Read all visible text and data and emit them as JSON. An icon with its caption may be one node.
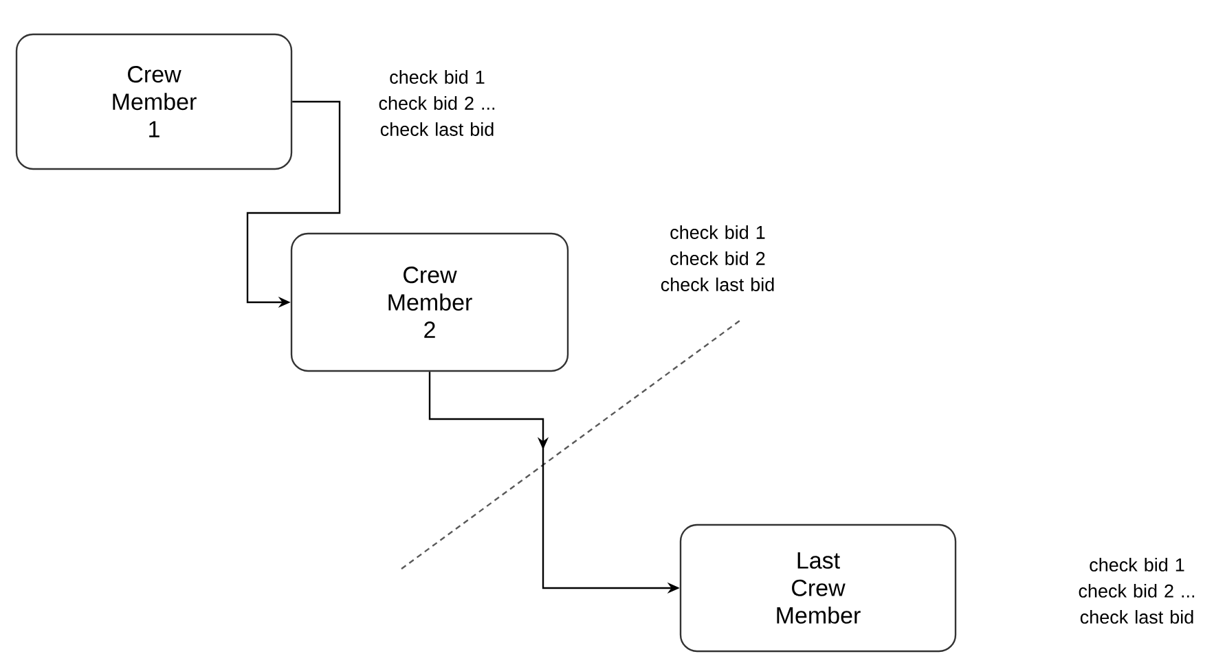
{
  "diagram": {
    "nodes": [
      {
        "text": [
          "Crew Member 1"
        ]
      },
      {
        "text": [
          "Crew Member 2"
        ]
      },
      {
        "text": [
          "Last Crew Member"
        ]
      }
    ],
    "edges": [
      {
        "from": 0,
        "to": 1,
        "arrow": "to"
      },
      {
        "from": 1,
        "to": 2,
        "arrow": "to"
      }
    ],
    "labels": [
      "check bid 1 check bid 2 ... check last bid",
      "check bid 1 check bid 2 check last bid",
      "check bid 1 check bid 2 ... check last bid"
    ]
  }
}
